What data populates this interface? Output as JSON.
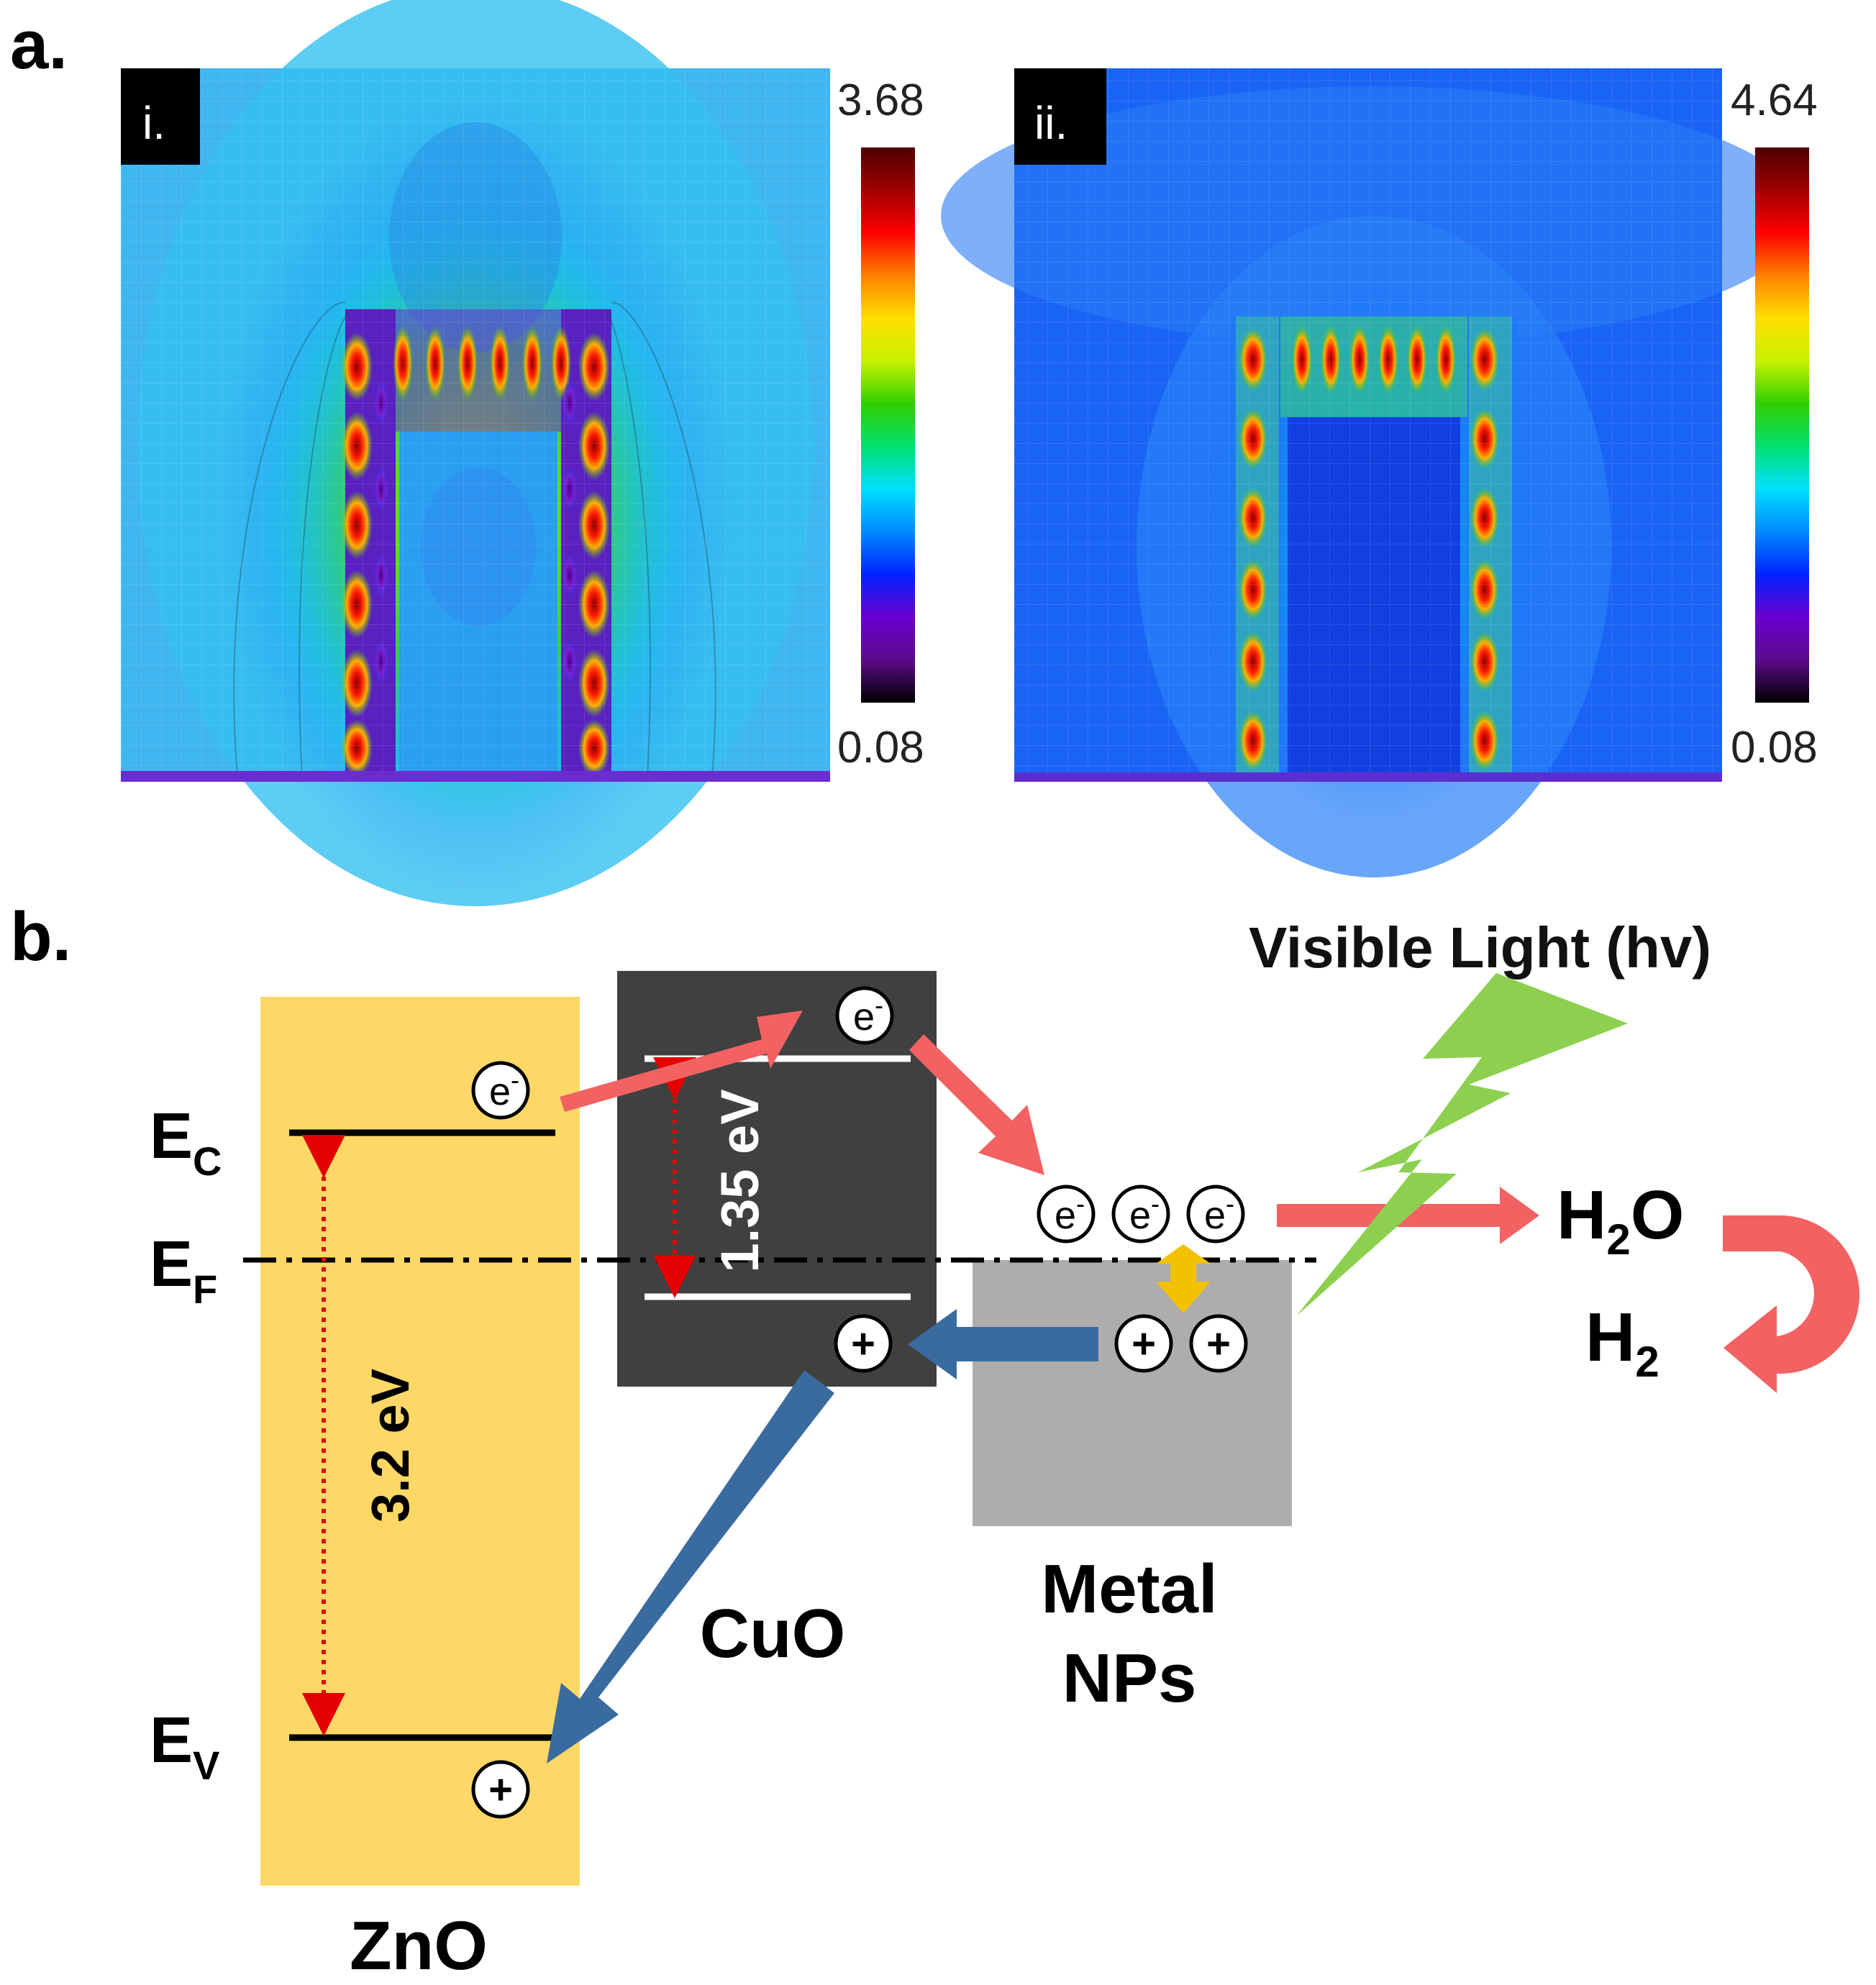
{
  "panel_a": {
    "label": "a.",
    "maps": [
      {
        "tag": "i.",
        "scale_max": "3.68",
        "scale_min": "0.08"
      },
      {
        "tag": "ii.",
        "scale_max": "4.64",
        "scale_min": "0.08"
      }
    ],
    "colormap": [
      "#000000",
      "#5b0b8a",
      "#6a00d0",
      "#0022ff",
      "#0088ff",
      "#00e0ff",
      "#00e070",
      "#30d000",
      "#c8f000",
      "#ffe000",
      "#ff8000",
      "#ff0000",
      "#a00000",
      "#500000"
    ]
  },
  "panel_b": {
    "label": "b.",
    "zno_label": "ZnO",
    "cuo_label": "CuO",
    "metal_line1": "Metal",
    "metal_line2": "NPs",
    "ec": {
      "main": "E",
      "sub": "C"
    },
    "ef": {
      "main": "E",
      "sub": "F"
    },
    "ev": {
      "main": "E",
      "sub": "V"
    },
    "gap_zno": "3.2 eV",
    "gap_cuo": "1.35 eV",
    "light_label": "Visible Light (hv)",
    "water": {
      "main": "H",
      "sub": "2",
      "rest": "O"
    },
    "hydrogen": {
      "main": "H",
      "sub": "2"
    },
    "electron": {
      "main": "e",
      "sup": "-"
    },
    "hole": "+"
  },
  "colors": {
    "zno": "#fdd867",
    "cuo": "#404040",
    "metal": "#afacac",
    "red_arrow": "#f26262",
    "blue_arrow": "#3a6b9f",
    "light": "#8dd04f",
    "gold": "#f2c200",
    "gap_arrow": "#e20000"
  }
}
